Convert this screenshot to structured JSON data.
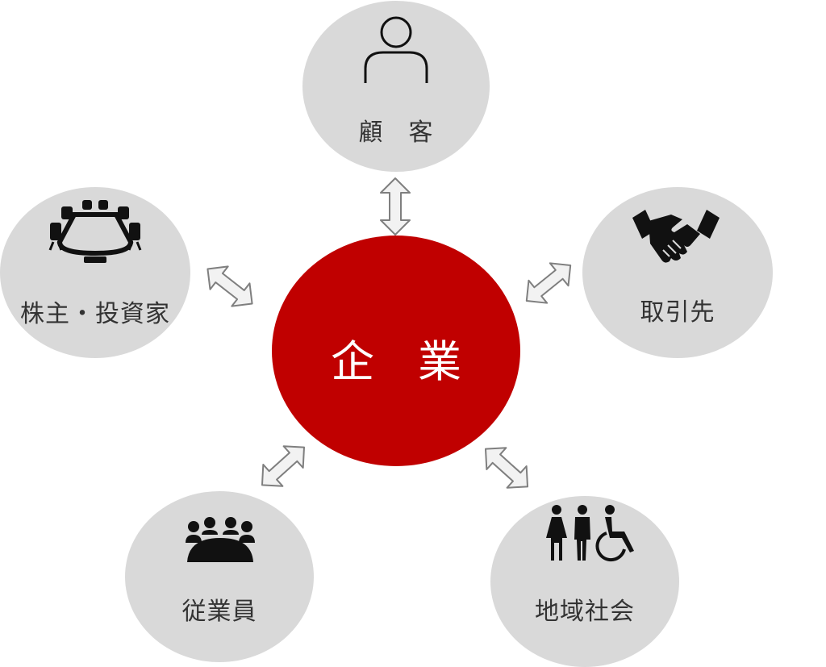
{
  "colors": {
    "center_fill": "#c00000",
    "node_fill": "#d9d9d9",
    "arrow_fill": "#f2f2f2",
    "arrow_stroke": "#7f7f7f",
    "icon": "#111111"
  },
  "center": {
    "label": "企　業"
  },
  "stakeholders": [
    {
      "id": "customer",
      "label": "顧　客",
      "icon": "person-icon"
    },
    {
      "id": "partner",
      "label": "取引先",
      "icon": "handshake-icon"
    },
    {
      "id": "community",
      "label": "地域社会",
      "icon": "people-accessibility-icon"
    },
    {
      "id": "employees",
      "label": "従業員",
      "icon": "group-icon"
    },
    {
      "id": "shareholders",
      "label": "株主・投資家",
      "icon": "conference-table-icon"
    }
  ]
}
